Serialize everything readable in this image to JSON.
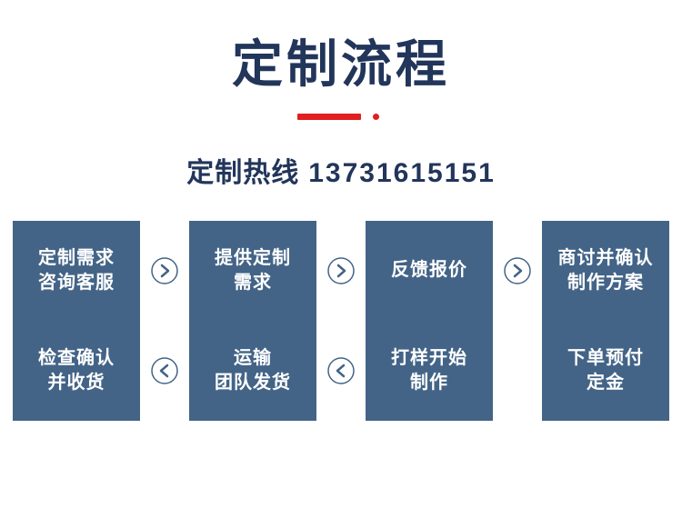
{
  "header": {
    "title": "定制流程",
    "accent_color": "#e02020",
    "title_color": "#22355a"
  },
  "hotline": {
    "label": "定制热线",
    "number": "13731615151"
  },
  "flow": {
    "box_color": "#436487",
    "arrow_color": "#436487",
    "row1": [
      {
        "line1": "定制需求",
        "line2": "咨询客服"
      },
      {
        "line1": "提供定制",
        "line2": "需求"
      },
      {
        "line1": "反馈报价",
        "line2": ""
      },
      {
        "line1": "商讨并确认",
        "line2": "制作方案"
      }
    ],
    "row2": [
      {
        "line1": "检查确认",
        "line2": "并收货"
      },
      {
        "line1": "运输",
        "line2": "团队发货"
      },
      {
        "line1": "打样开始",
        "line2": "制作"
      },
      {
        "line1": "下单预付",
        "line2": "定金"
      }
    ],
    "arrows": {
      "right": "chevron-right",
      "left": "chevron-left",
      "down": "chevron-down"
    }
  }
}
